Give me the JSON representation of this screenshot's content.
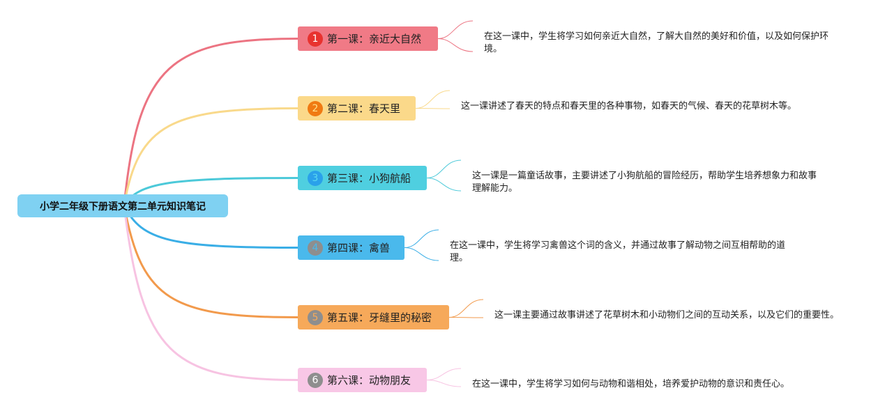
{
  "root": {
    "label": "小学二年级下册语文第二单元知识笔记",
    "color": "#7fd1f2"
  },
  "lessons": [
    {
      "num": "1",
      "title": "第一课：亲近大自然",
      "desc": "在这一课中，学生将学习如何亲近大自然，了解大自然的美好和价值，以及如何保护环境。",
      "box_color": "#f07a86",
      "line_color": "#ec7482",
      "badge_color": "#e8322f",
      "badge_text": "#ffffff"
    },
    {
      "num": "2",
      "title": "第二课：春天里",
      "desc": "这一课讲述了春天的特点和春天里的各种事物，如春天的气候、春天的花草树木等。",
      "box_color": "#fbd98a",
      "line_color": "#f9d98b",
      "badge_color": "#f07a12",
      "badge_text": "#ffe08a"
    },
    {
      "num": "3",
      "title": "第三课：小狗航船",
      "desc": "这一课是一篇童话故事，主要讲述了小狗航船的冒险经历，帮助学生培养想象力和故事理解能力。",
      "box_color": "#4fcfe0",
      "line_color": "#4cc9d9",
      "badge_color": "#2aa1ea",
      "badge_text": "#5ad8f0"
    },
    {
      "num": "4",
      "title": "第四课：禽兽",
      "desc": "在这一课中，学生将学习禽兽这个词的含义，并通过故事了解动物之间互相帮助的道理。",
      "box_color": "#4ab9ec",
      "line_color": "#3aaee6",
      "badge_color": "#8e8e8e",
      "badge_text": "#4ab9ec"
    },
    {
      "num": "5",
      "title": "第五课：牙缝里的秘密",
      "desc": "这一课主要通过故事讲述了花草树木和小动物们之间的互动关系，以及它们的重要性。",
      "box_color": "#f6a95a",
      "line_color": "#f29a4c",
      "badge_color": "#8e8e8e",
      "badge_text": "#f6a95a"
    },
    {
      "num": "6",
      "title": "第六课：动物朋友",
      "desc": "在这一课中，学生将学习如何与动物和谐相处，培养爱护动物的意识和责任心。",
      "box_color": "#f8c7e6",
      "line_color": "#f7c3e2",
      "badge_color": "#8e8e8e",
      "badge_text": "#ffffff"
    }
  ]
}
